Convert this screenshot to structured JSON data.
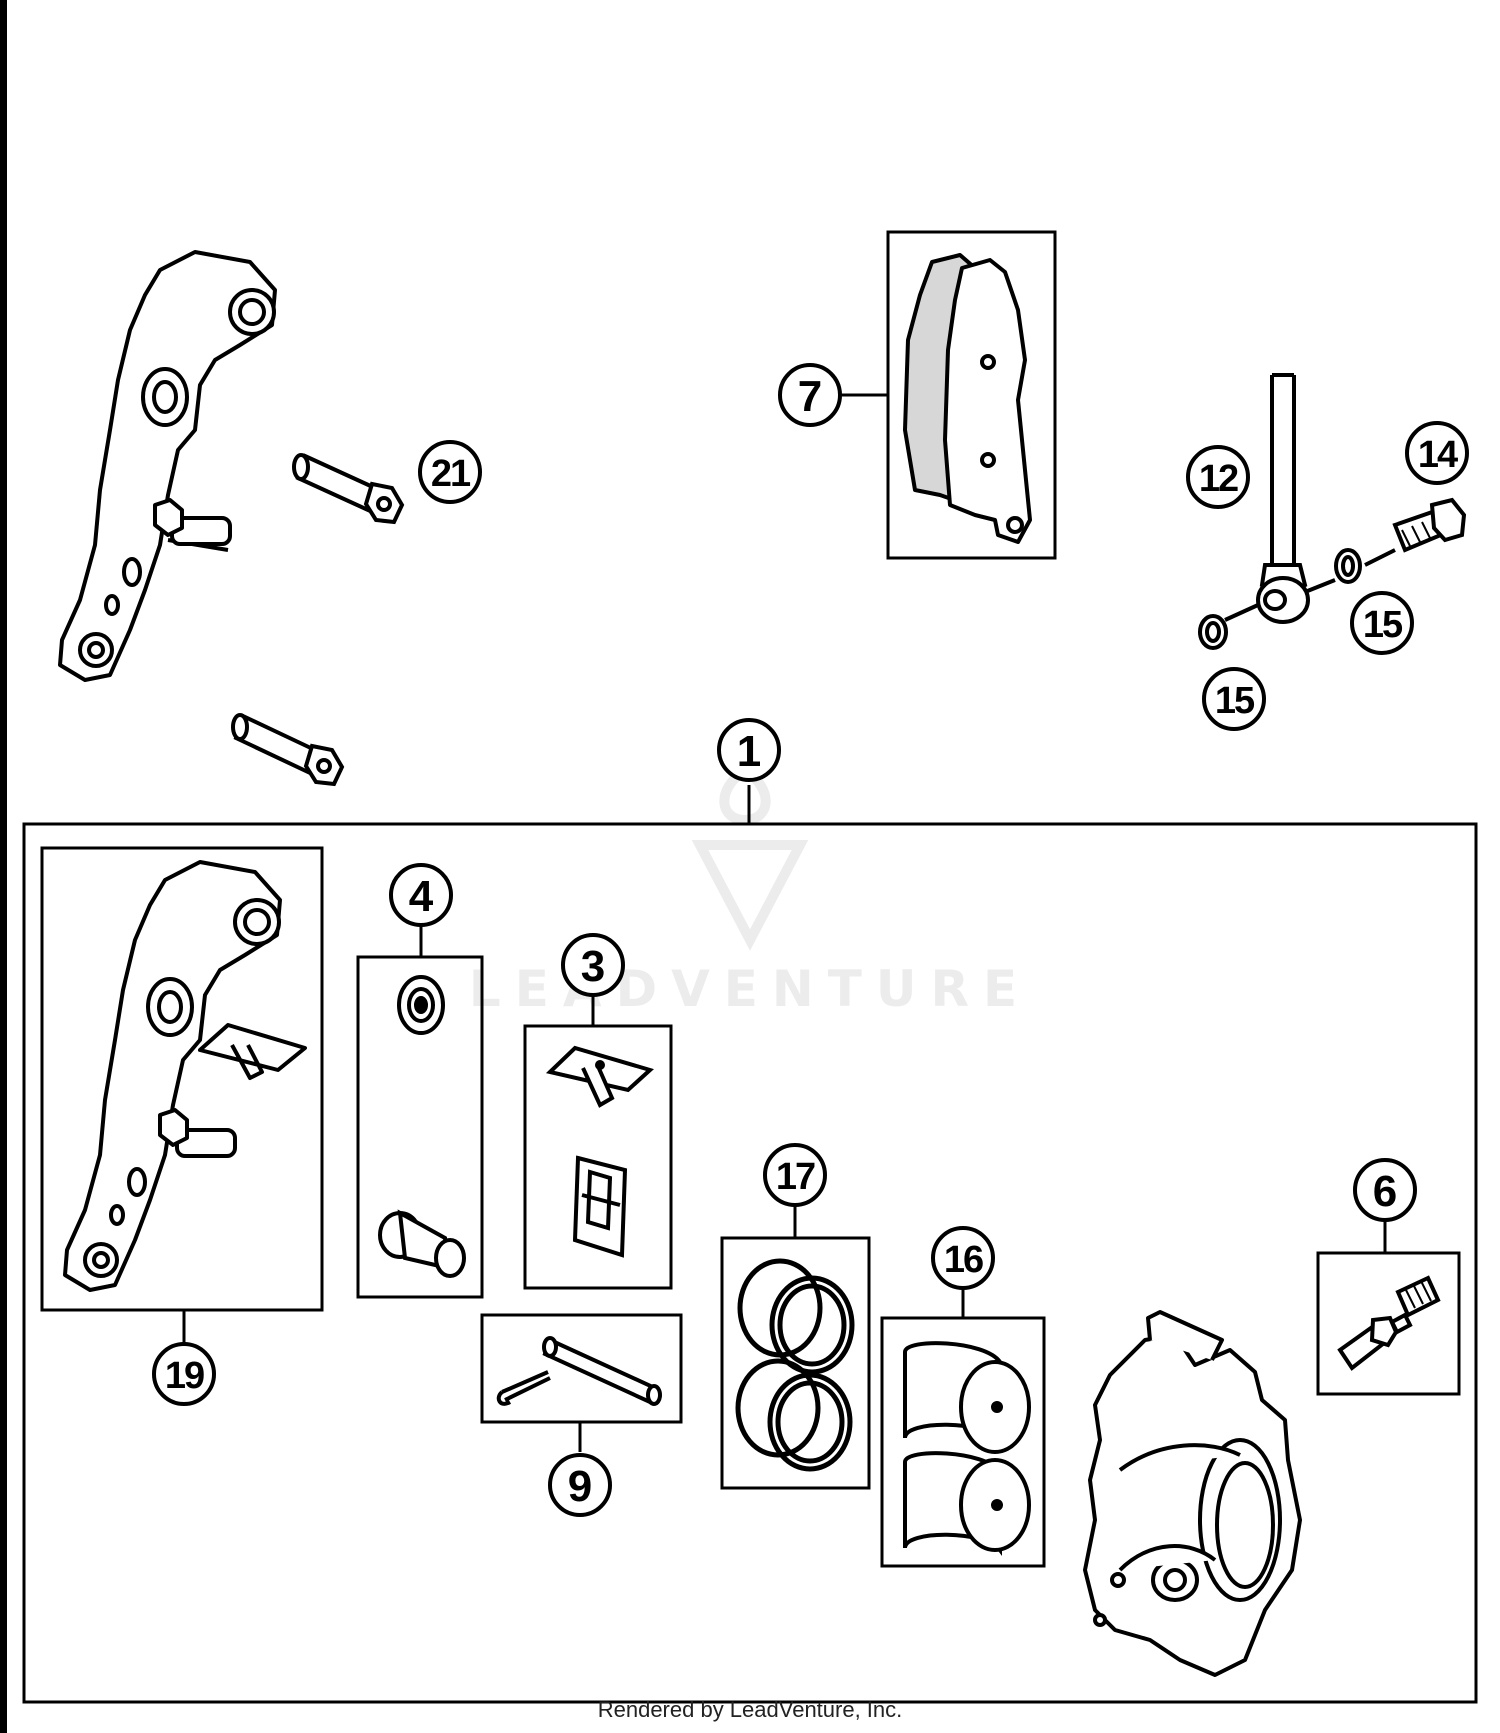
{
  "diagram": {
    "callouts": [
      "1",
      "3",
      "4",
      "6",
      "7",
      "9",
      "12",
      "14",
      "15",
      "15",
      "16",
      "17",
      "19",
      "21"
    ],
    "watermark_text": "LEADVENTURE",
    "footer": "Rendered by LeadVenture, Inc."
  },
  "colors": {
    "ink": "#000000",
    "paper": "#ffffff",
    "pad_fill": "#d7d7d7",
    "watermark": "#ececec"
  }
}
